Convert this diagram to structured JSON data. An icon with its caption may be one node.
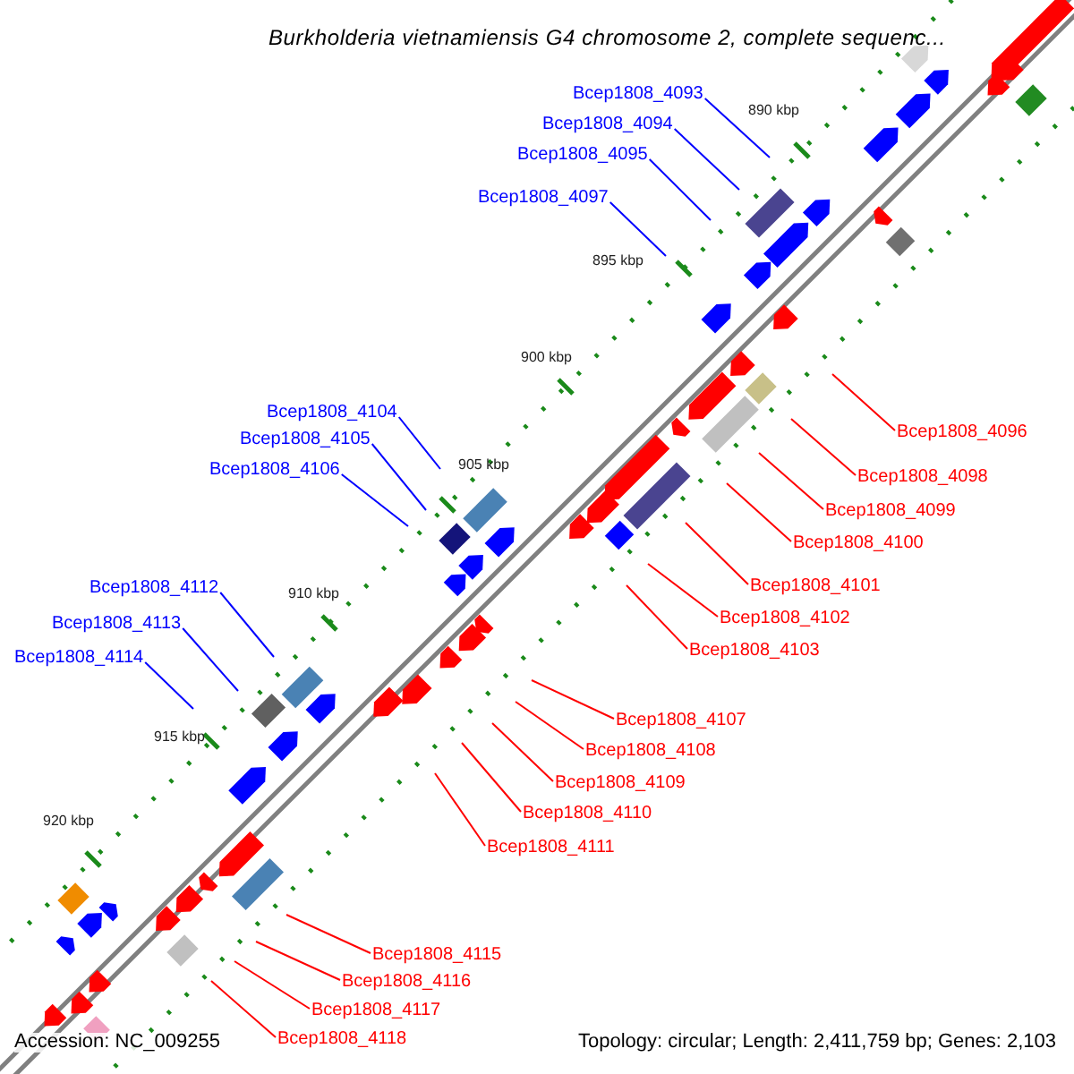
{
  "diagram": {
    "title": "Burkholderia vietnamiensis G4 chromosome 2, complete sequenc...",
    "nodes": [
      {
        "text": [
          "Bcep1808_4093"
        ]
      },
      {
        "text": [
          "Bcep1808_4094"
        ]
      },
      {
        "text": [
          "Bcep1808_4095"
        ]
      },
      {
        "text": [
          "Bcep1808_4097"
        ]
      },
      {
        "text": [
          "Bcep1808_4104"
        ]
      },
      {
        "text": [
          "Bcep1808_4096"
        ]
      },
      {
        "text": [
          "Bcep1808_4105"
        ]
      },
      {
        "text": [
          "Bcep1808_4106"
        ]
      },
      {
        "text": [
          "Bcep1808_4098"
        ]
      },
      {
        "text": [
          "Bcep1808_4099"
        ]
      },
      {
        "text": [
          "Bcep1808_4100"
        ]
      },
      {
        "text": [
          "Bcep1808_4101"
        ]
      },
      {
        "text": [
          "Bcep1808_4112"
        ]
      },
      {
        "text": [
          "Bcep1808_4102"
        ]
      },
      {
        "text": [
          "Bcep1808_4113"
        ]
      },
      {
        "text": [
          "Bcep1808_4103"
        ]
      },
      {
        "text": [
          "Bcep1808_4114"
        ]
      },
      {
        "text": [
          "Bcep1808_4107"
        ]
      },
      {
        "text": [
          "Bcep1808_4108"
        ]
      },
      {
        "text": [
          "Bcep1808_4109"
        ]
      },
      {
        "text": [
          "Bcep1808_4110"
        ]
      },
      {
        "text": [
          "Bcep1808_4111"
        ]
      },
      {
        "text": [
          "Bcep1808_4115"
        ]
      },
      {
        "text": [
          "Bcep1808_4116"
        ]
      },
      {
        "text": [
          "Bcep1808_4117"
        ]
      },
      {
        "text": [
          "Bcep1808_4118"
        ]
      }
    ],
    "edges": [
      {
        "from": 0,
        "to": null,
        "arrow": "none",
        "color": "#0000ff"
      },
      {
        "from": 1,
        "to": null,
        "arrow": "none",
        "color": "#0000ff"
      },
      {
        "from": 2,
        "to": null,
        "arrow": "none",
        "color": "#0000ff"
      },
      {
        "from": 3,
        "to": null,
        "arrow": "none",
        "color": "#0000ff"
      },
      {
        "from": 4,
        "to": null,
        "arrow": "none",
        "color": "#0000ff"
      },
      {
        "from": 5,
        "to": null,
        "arrow": "none"
      },
      {
        "from": 6,
        "to": null,
        "arrow": "none",
        "color": "#0000ff"
      },
      {
        "from": 7,
        "to": null,
        "arrow": "none",
        "color": "#0000ff"
      },
      {
        "from": 8,
        "to": null,
        "arrow": "none"
      },
      {
        "from": 9,
        "to": null,
        "arrow": "none"
      },
      {
        "from": 10,
        "to": null,
        "arrow": "none"
      },
      {
        "from": 11,
        "to": null,
        "arrow": "none"
      },
      {
        "from": 12,
        "to": null,
        "arrow": "none",
        "color": "#0000ff"
      },
      {
        "from": 13,
        "to": null,
        "arrow": "none"
      },
      {
        "from": 14,
        "to": null,
        "arrow": "none",
        "color": "#0000ff"
      },
      {
        "from": 15,
        "to": null,
        "arrow": "none"
      },
      {
        "from": 16,
        "to": null,
        "arrow": "none",
        "color": "#0000ff"
      },
      {
        "from": 17,
        "to": null,
        "arrow": "none"
      },
      {
        "from": 18,
        "to": null,
        "arrow": "none"
      },
      {
        "from": 19,
        "to": null,
        "arrow": "none"
      },
      {
        "from": 20,
        "to": null,
        "arrow": "none"
      },
      {
        "from": 21,
        "to": null,
        "arrow": "none"
      },
      {
        "from": 22,
        "to": null,
        "arrow": "none"
      },
      {
        "from": 23,
        "to": null,
        "arrow": "none"
      },
      {
        "from": 24,
        "to": null,
        "arrow": "none"
      },
      {
        "from": 25,
        "to": null,
        "arrow": "none"
      }
    ],
    "labels": [
      "890 kbp",
      "895 kbp",
      "900 kbp",
      "905 kbp",
      "910 kbp",
      "915 kbp",
      "920 kbp",
      "Accession: NC_009255",
      "Topology: circular; Length: 2,411,759 bp; Genes: 2,103"
    ]
  }
}
